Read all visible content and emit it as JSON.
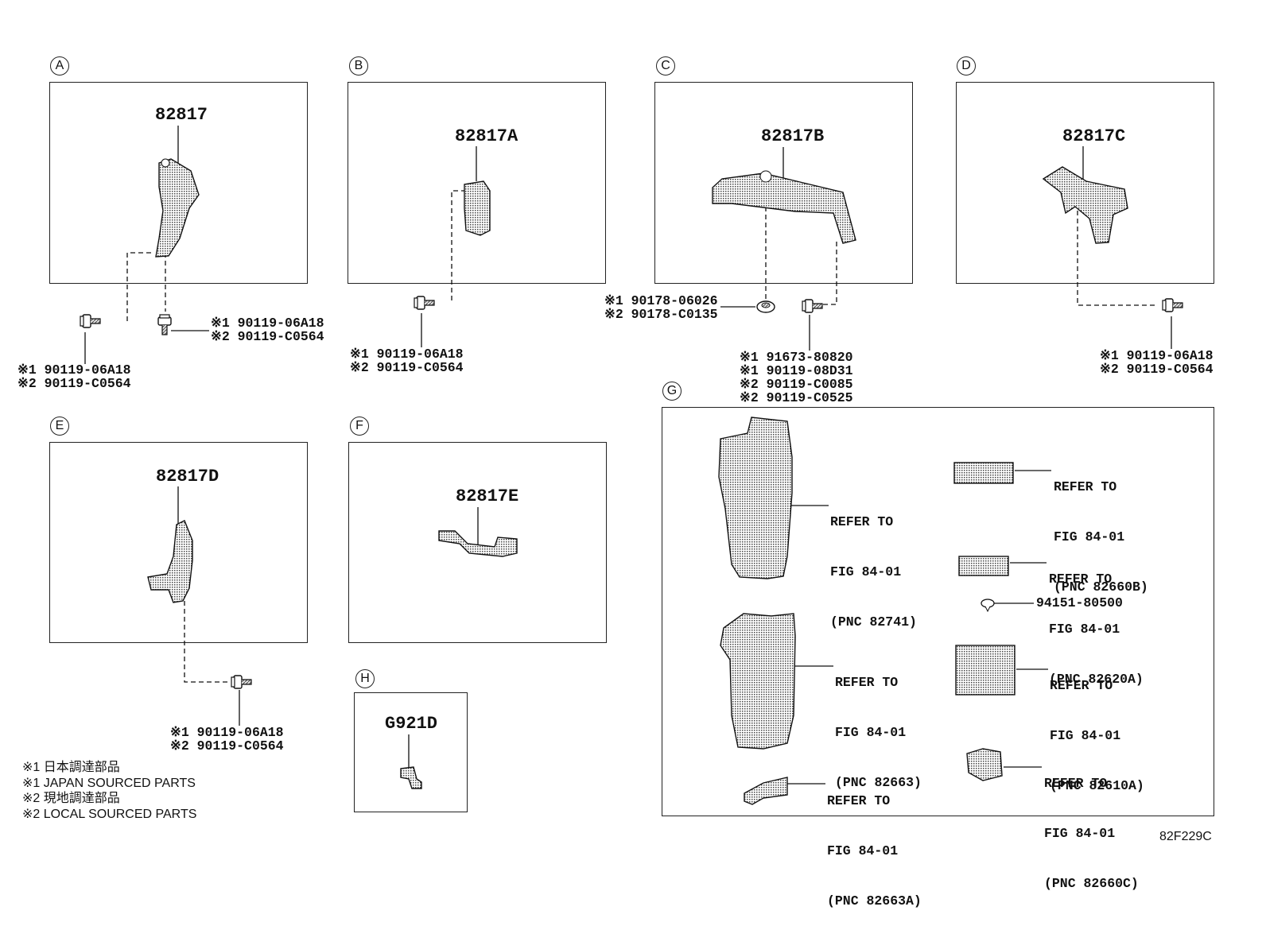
{
  "sections": {
    "A": {
      "label": "A",
      "part": "82817"
    },
    "B": {
      "label": "B",
      "part": "82817A"
    },
    "C": {
      "label": "C",
      "part": "82817B"
    },
    "D": {
      "label": "D",
      "part": "82817C"
    },
    "E": {
      "label": "E",
      "part": "82817D"
    },
    "F": {
      "label": "F",
      "part": "82817E"
    },
    "G": {
      "label": "G"
    },
    "H": {
      "label": "H",
      "part": "G921D"
    }
  },
  "fasteners": {
    "a_left": [
      "※1 90119-06A18",
      "※2 90119-C0564"
    ],
    "a_right": [
      "※1 90119-06A18",
      "※2 90119-C0564"
    ],
    "b": [
      "※1 90119-06A18",
      "※2 90119-C0564"
    ],
    "c_left": [
      "※1 90178-06026",
      "※2 90178-C0135"
    ],
    "c_right": [
      "※1 91673-80820",
      "※1 90119-08D31",
      "※2 90119-C0085",
      "※2 90119-C0525"
    ],
    "d": [
      "※1 90119-06A18",
      "※2 90119-C0564"
    ],
    "e": [
      "※1 90119-06A18",
      "※2 90119-C0564"
    ]
  },
  "g_refs": [
    {
      "line1": "REFER TO",
      "line2": "FIG 84-01",
      "line3": "(PNC 82741)"
    },
    {
      "line1": "REFER TO",
      "line2": "FIG 84-01",
      "line3": "(PNC 82660B)"
    },
    {
      "line1": "REFER TO",
      "line2": "FIG 84-01",
      "line3": "(PNC 82620A)"
    },
    {
      "line1": "REFER TO",
      "line2": "FIG 84-01",
      "line3": "(PNC 82663)"
    },
    {
      "line1": "REFER TO",
      "line2": "FIG 84-01",
      "line3": "(PNC 82610A)"
    },
    {
      "line1": "REFER TO",
      "line2": "FIG 84-01",
      "line3": "(PNC 82663A)"
    },
    {
      "line1": "REFER TO",
      "line2": "FIG 84-01",
      "line3": "(PNC 82660C)"
    }
  ],
  "g_clip": "94151-80500",
  "legend": [
    "※1 日本調達部品",
    "※1 JAPAN SOURCED PARTS",
    "※2 現地調達部品",
    "※2 LOCAL SOURCED PARTS"
  ],
  "figure_code": "82F229C"
}
